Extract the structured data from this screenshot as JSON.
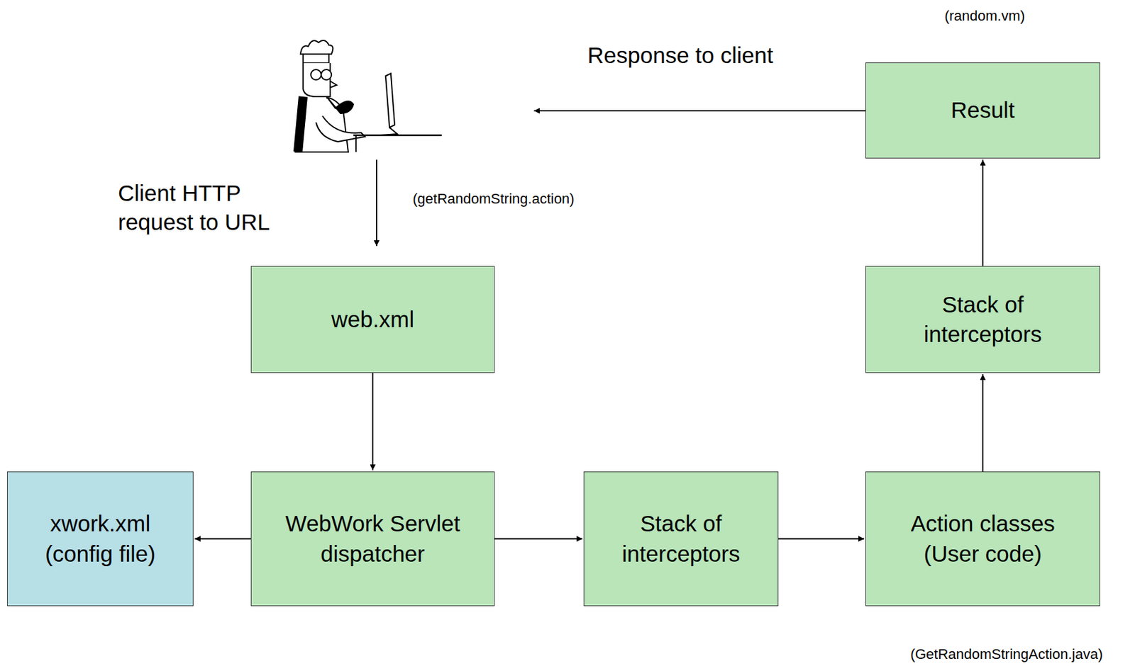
{
  "diagram": {
    "nodes": [
      {
        "text": [
          "Result"
        ]
      },
      {
        "text": [
          "web.xml"
        ]
      },
      {
        "text": [
          "Stack of interceptors"
        ]
      },
      {
        "text": [
          "xwork.xml (config file)"
        ]
      },
      {
        "text": [
          "WebWork Servlet dispatcher"
        ]
      },
      {
        "text": [
          "Stack of interceptors"
        ]
      },
      {
        "text": [
          "Action classes (User code)"
        ]
      }
    ],
    "edges": [
      {
        "from": 1,
        "to": 4,
        "arrow": "to"
      },
      {
        "from": 4,
        "to": 3,
        "arrow": "to"
      },
      {
        "from": 4,
        "to": 5,
        "arrow": "to"
      },
      {
        "from": 5,
        "to": 6,
        "arrow": "to"
      },
      {
        "from": 6,
        "to": 2,
        "arrow": "to"
      },
      {
        "from": 2,
        "to": 0,
        "arrow": "to"
      }
    ],
    "labels": [
      "(random.vm)",
      "Response to client",
      "Client HTTP request to URL",
      "(getRandomString.action)",
      "(GetRandomStringAction.java)"
    ]
  }
}
